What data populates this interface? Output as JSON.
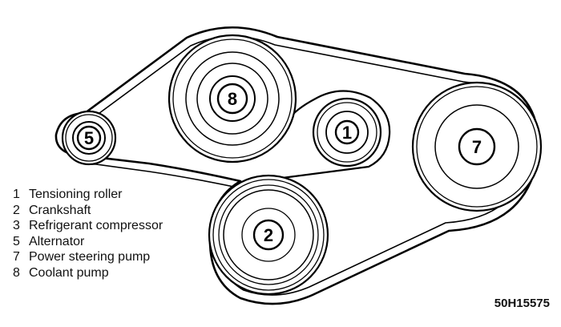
{
  "pulleys": [
    {
      "number": "8"
    },
    {
      "number": "5"
    },
    {
      "number": "1"
    },
    {
      "number": "7"
    },
    {
      "number": "2"
    }
  ],
  "legend": [
    {
      "number": "1",
      "text": "Tensioning roller"
    },
    {
      "number": "2",
      "text": "Crankshaft"
    },
    {
      "number": "3",
      "text": "Refrigerant compressor"
    },
    {
      "number": "5",
      "text": "Alternator"
    },
    {
      "number": "7",
      "text": "Power steering pump"
    },
    {
      "number": "8",
      "text": "Coolant pump"
    }
  ],
  "figure_id": "50H15575",
  "colors": {
    "line": "#000000",
    "background": "#ffffff"
  }
}
